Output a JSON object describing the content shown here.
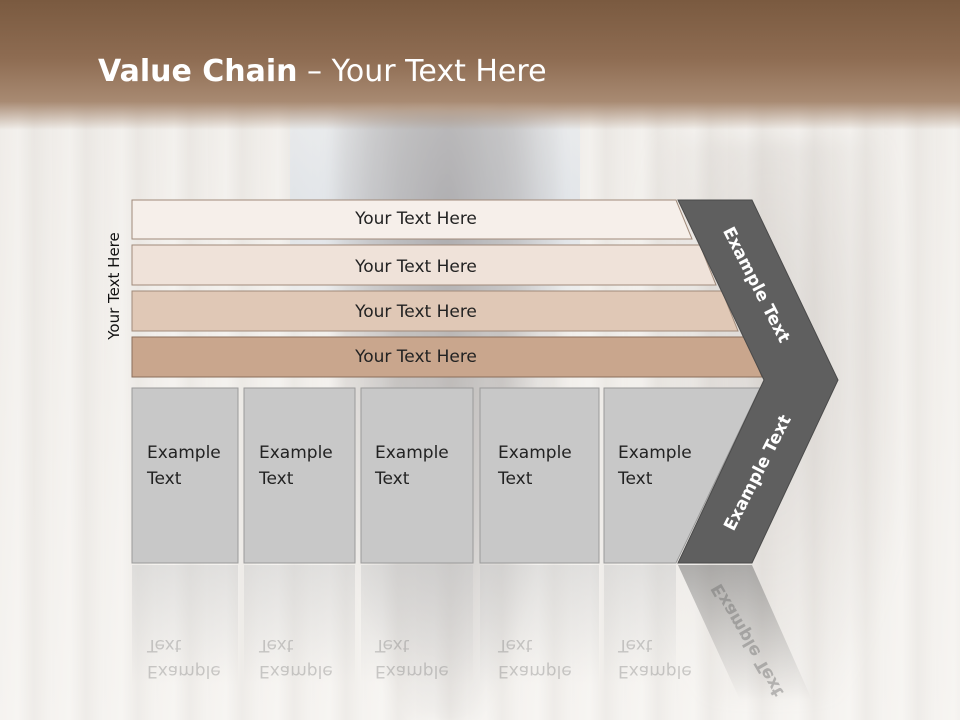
{
  "slide": {
    "title_bold": "Value Chain",
    "title_rest": " – Your Text Here",
    "side_label": "Your Text Here"
  },
  "bars": [
    {
      "label": "Your Text Here",
      "color": "#f6efea"
    },
    {
      "label": "Your Text Here",
      "color": "#efe2d9"
    },
    {
      "label": "Your Text Here",
      "color": "#e0c8b6"
    },
    {
      "label": "Your Text Here",
      "color": "#c9a68d"
    }
  ],
  "boxes": [
    {
      "line1": "Example",
      "line2": "Text"
    },
    {
      "line1": "Example",
      "line2": "Text"
    },
    {
      "line1": "Example",
      "line2": "Text"
    },
    {
      "line1": "Example",
      "line2": "Text"
    },
    {
      "line1": "Example",
      "line2": "Text"
    }
  ],
  "chevron": {
    "upper_label": "Example Text",
    "lower_label": "Example Text",
    "color": "#5f5f5f"
  },
  "colors": {
    "header": "#8e6c52",
    "box_fill": "#c8c8c8"
  }
}
